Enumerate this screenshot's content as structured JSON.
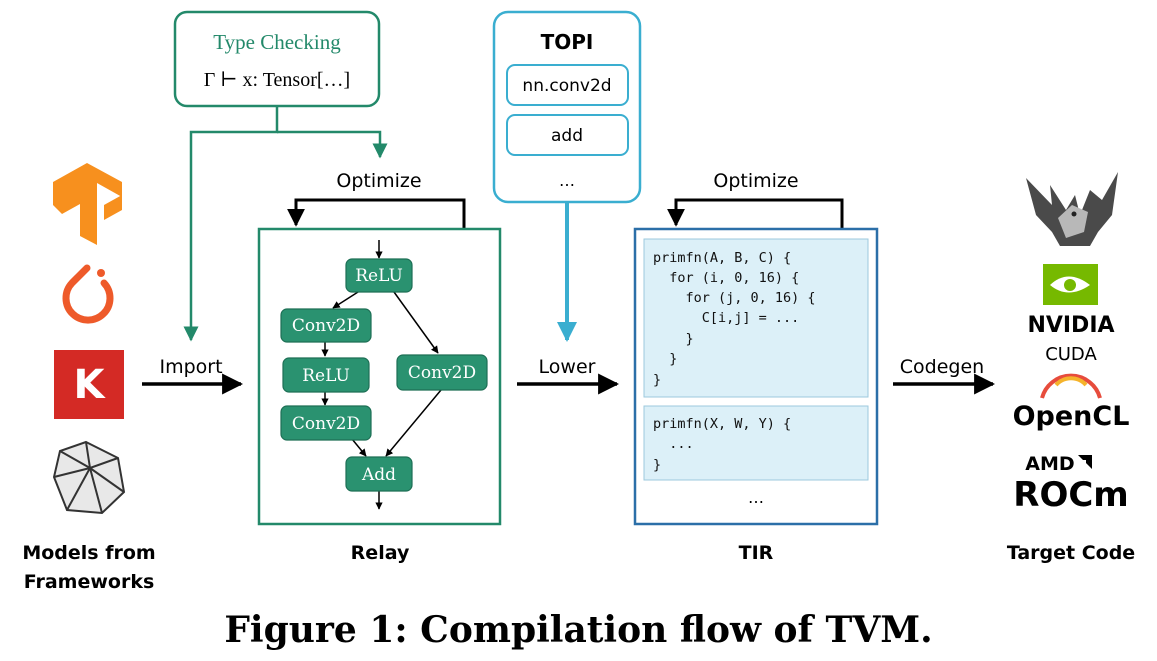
{
  "type_checking": {
    "title": "Type Checking",
    "formula": "Γ ⊢ x: Tensor[…]"
  },
  "topi": {
    "title": "TOPI",
    "items": [
      "nn.conv2d",
      "add"
    ],
    "more": "…"
  },
  "relay": {
    "optimize_label": "Optimize",
    "nodes": [
      "ReLU",
      "Conv2D",
      "ReLU",
      "Conv2D",
      "Conv2D",
      "Add"
    ],
    "label": "Relay"
  },
  "tir": {
    "optimize_label": "Optimize",
    "func1": [
      "primfn(A, B, C) {",
      "  for (i, 0, 16) {",
      "    for (j, 0, 16) {",
      "      C[i,j] = ...",
      "    }",
      "  }",
      "}"
    ],
    "func2": [
      "primfn(X, W, Y) {",
      "  ...",
      "}"
    ],
    "more": "…",
    "label": "TIR"
  },
  "arrows": {
    "import": "Import",
    "lower": "Lower",
    "codegen": "Codegen"
  },
  "frameworks": {
    "label_line1": "Models from",
    "label_line2": "Frameworks",
    "logo_k": "K"
  },
  "targets": {
    "label": "Target Code",
    "nvidia": "NVIDIA",
    "cuda": "CUDA",
    "opencl": "OpenCL",
    "amd": "AMD",
    "rocm": "ROCm"
  },
  "caption": "Figure 1: Compilation flow of TVM.",
  "colors": {
    "green": "#23896a",
    "green_fill": "#2a9270",
    "blue": "#3aaed0",
    "tir_border": "#2b6fa8",
    "code_bg": "#dcf0f8",
    "red_orange": "#ee5a2a",
    "keras_red": "#d42a25",
    "tf_orange": "#f7901e"
  }
}
